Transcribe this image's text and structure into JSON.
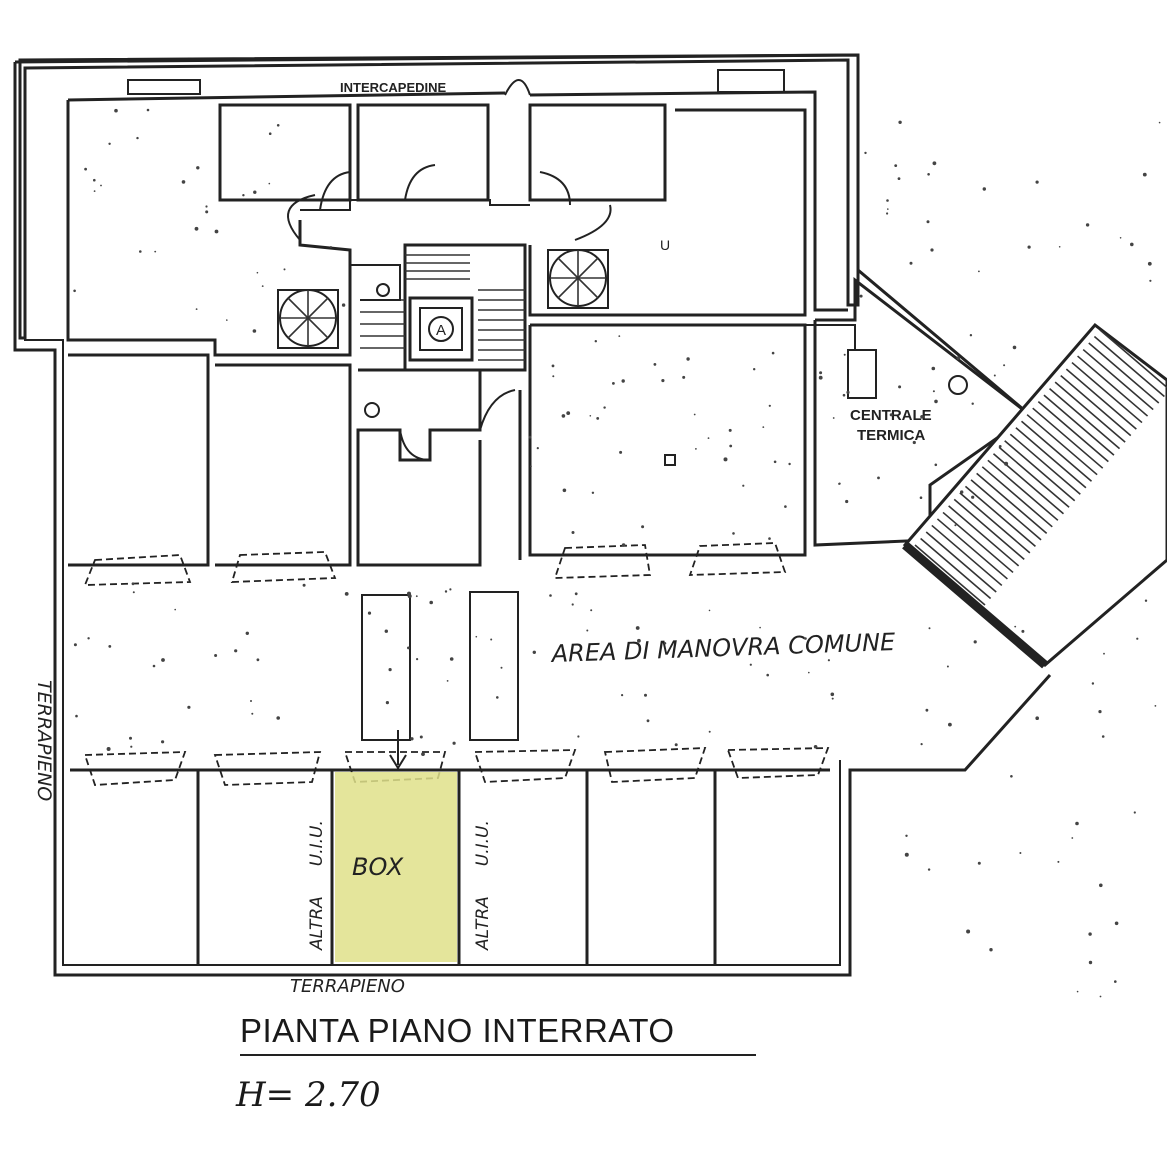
{
  "labels": {
    "intercapedine": "INTERCAPEDINE",
    "centrale_line1": "CENTRALE",
    "centrale_line2": "TERMICA",
    "manovra": "AREA DI MANOVRA COMUNE",
    "terrapieno_left": "TERRAPIENO",
    "terrapieno_bottom": "TERRAPIENO",
    "box": "BOX",
    "altra_uiu_left_a": "ALTRA",
    "altra_uiu_left_b": "U.I.U.",
    "altra_uiu_right_a": "ALTRA",
    "altra_uiu_right_b": "U.I.U.",
    "lift": "A",
    "room_mark": "U"
  },
  "title": "PIANTA PIANO INTERRATO",
  "height_note": "H= 2.70",
  "colors": {
    "box_highlight": "#dfe08a",
    "ink": "#222222"
  }
}
